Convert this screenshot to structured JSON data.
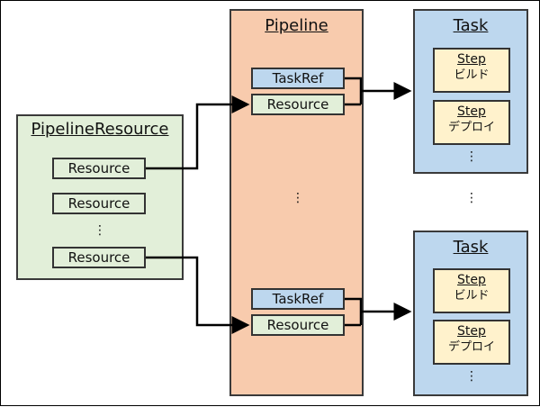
{
  "pipeline_resource": {
    "title": "PipelineResource",
    "resources": [
      "Resource",
      "Resource",
      "Resource"
    ],
    "ellipsis": "⋮"
  },
  "pipeline": {
    "title": "Pipeline",
    "top": {
      "taskref": "TaskRef",
      "resource": "Resource"
    },
    "bottom": {
      "taskref": "TaskRef",
      "resource": "Resource"
    },
    "ellipsis": "⋮"
  },
  "tasks": [
    {
      "title": "Task",
      "steps": [
        {
          "label": "Step",
          "sub": "ビルド"
        },
        {
          "label": "Step",
          "sub": "デプロイ"
        }
      ],
      "ellipsis": "⋮"
    },
    {
      "title": "Task",
      "steps": [
        {
          "label": "Step",
          "sub": "ビルド"
        },
        {
          "label": "Step",
          "sub": "デプロイ"
        }
      ],
      "ellipsis": "⋮"
    }
  ],
  "between_tasks_ellipsis": "⋮",
  "colors": {
    "pipeline_resource_bg": "#e2efd9",
    "pipeline_bg": "#f8cbad",
    "task_bg": "#bdd7ee",
    "step_bg": "#fff2cc",
    "resource_chip_bg": "#e2efd9",
    "taskref_chip_bg": "#bdd7ee"
  }
}
